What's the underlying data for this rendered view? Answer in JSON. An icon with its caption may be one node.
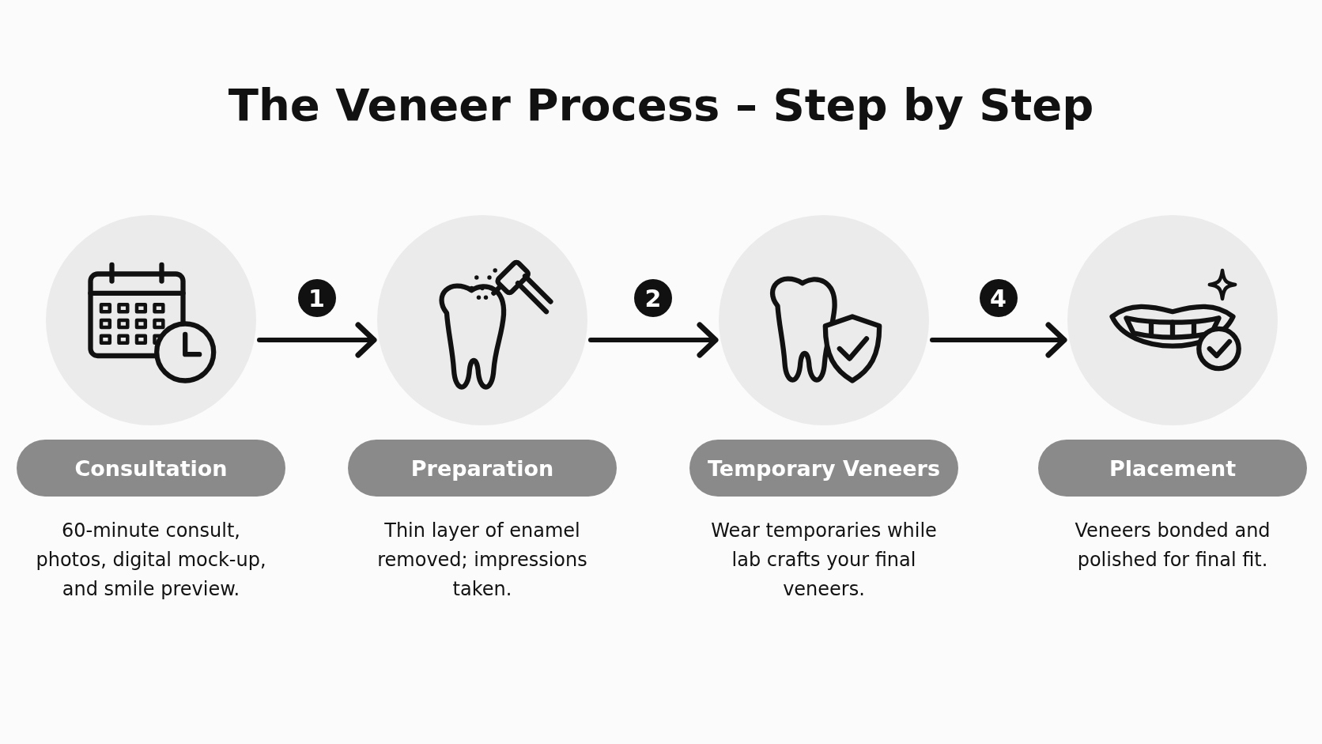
{
  "diagram": {
    "title": "The Veneer Process – Step by Step",
    "nodes": [
      {
        "text": [],
        "shape": "picture"
      },
      {
        "text": [],
        "shape": "picture"
      },
      {
        "text": [],
        "shape": "picture"
      },
      {
        "text": [],
        "shape": "picture"
      },
      {
        "text": [
          "Consultation"
        ],
        "beside": [
          "60-minute consult, photos, digital mock-up, and smile preview."
        ]
      },
      {
        "text": [
          "Preparation"
        ],
        "beside": [
          "Thin layer of enamel removed; impressions taken."
        ]
      },
      {
        "text": [
          "Temporary Veneers"
        ],
        "beside": [
          "Wear temporaries while lab crafts your final veneers."
        ]
      },
      {
        "text": [
          "Placement"
        ],
        "beside": [
          "Veneers bonded and polished for final fit."
        ]
      }
    ],
    "edges": [
      {
        "from": 0,
        "to": 1,
        "arrow": "to",
        "label": "1"
      },
      {
        "from": 1,
        "to": 2,
        "arrow": "to",
        "label": "2"
      },
      {
        "from": 2,
        "to": 3,
        "arrow": "to",
        "label": "4"
      }
    ]
  }
}
